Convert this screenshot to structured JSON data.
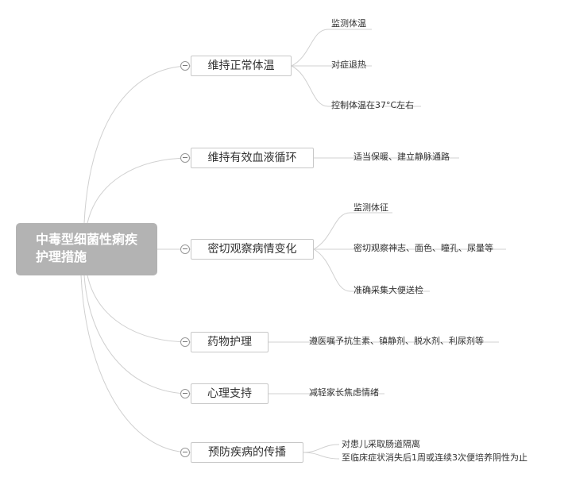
{
  "root": {
    "line1": "中毒型细菌性痢疾",
    "line2": "护理措施"
  },
  "branches": [
    {
      "label": "维持正常体温",
      "leaves": [
        "监测体温",
        "对症退热",
        "控制体温在37°C左右"
      ]
    },
    {
      "label": "维持有效血液循环",
      "leaves": [
        "适当保暖、建立静脉通路"
      ]
    },
    {
      "label": "密切观察病情变化",
      "leaves": [
        "监测体征",
        "密切观察神志、面色、瞳孔、尿量等",
        "准确采集大便送检"
      ]
    },
    {
      "label": "药物护理",
      "leaves": [
        "遵医嘱予抗生素、镇静剂、脱水剂、利尿剂等"
      ]
    },
    {
      "label": "心理支持",
      "leaves": [
        "减轻家长焦虑情绪"
      ]
    },
    {
      "label": "预防疾病的传播",
      "leaves": [
        "对患儿采取肠道隔离",
        "至临床症状消失后1周或连续3次便培养阴性为止"
      ]
    }
  ],
  "colors": {
    "root_bg": "#b3b3b3",
    "line": "#d0d0d0",
    "node_border": "#c8c8c8"
  }
}
